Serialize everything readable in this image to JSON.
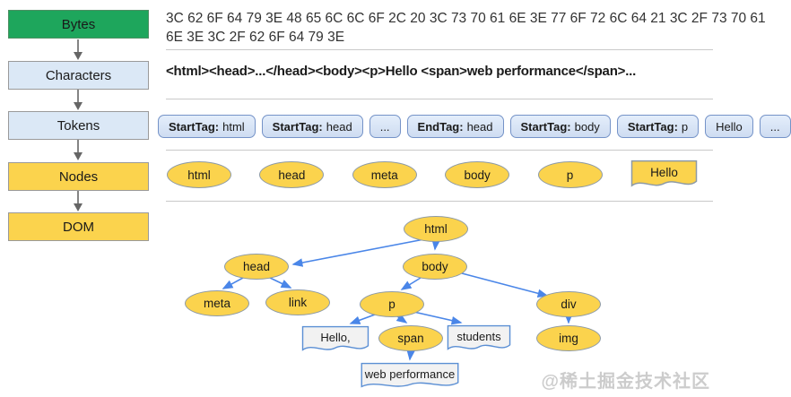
{
  "pipeline": {
    "stages": [
      {
        "label": "Bytes"
      },
      {
        "label": "Characters"
      },
      {
        "label": "Tokens"
      },
      {
        "label": "Nodes"
      },
      {
        "label": "DOM"
      }
    ]
  },
  "bytes_row": {
    "line1": "3C 62 6F 64 79 3E 48 65 6C 6C 6F 2C 20 3C 73 70 61 6E 3E 77 6F 72 6C 64 21 3C 2F 73 70 61",
    "line2": "6E 3E 3C 2F 62 6F 64 79 3E"
  },
  "characters_row": {
    "text": "<html><head>...</head><body><p>Hello <span>web performance</span>..."
  },
  "tokens_row": {
    "tokens": [
      {
        "kind": "StartTag:",
        "value": "html"
      },
      {
        "kind": "StartTag:",
        "value": "head"
      },
      {
        "kind": "",
        "value": "..."
      },
      {
        "kind": "EndTag:",
        "value": "head"
      },
      {
        "kind": "StartTag:",
        "value": "body"
      },
      {
        "kind": "StartTag:",
        "value": "p"
      },
      {
        "kind": "",
        "value": "Hello"
      },
      {
        "kind": "",
        "value": "..."
      }
    ]
  },
  "nodes_row": {
    "ellipses": [
      "html",
      "head",
      "meta",
      "body",
      "p"
    ],
    "text_node": "Hello"
  },
  "dom_tree": {
    "elements": {
      "html": "html",
      "head": "head",
      "body": "body",
      "meta": "meta",
      "link": "link",
      "p": "p",
      "div": "div",
      "span": "span",
      "img": "img"
    },
    "text_nodes": {
      "hello": "Hello,",
      "students": "students",
      "webperf": "web performance"
    }
  },
  "watermark": {
    "text": "@稀土掘金技术社区"
  },
  "colors": {
    "stage_green": "#1ea65c",
    "stage_blue": "#dbe8f6",
    "stage_yellow": "#fbd34d",
    "node_fill": "#fbd34d",
    "node_border": "#8d9aa6",
    "token_border": "#7593c8",
    "token_fill": "#dce8f7",
    "doc_fill": "#f2f2f2",
    "doc_border": "#5b8fd4",
    "arrow_blue": "#4a86e8",
    "arrow_gray": "#666666",
    "separator": "#c9c9c9"
  }
}
